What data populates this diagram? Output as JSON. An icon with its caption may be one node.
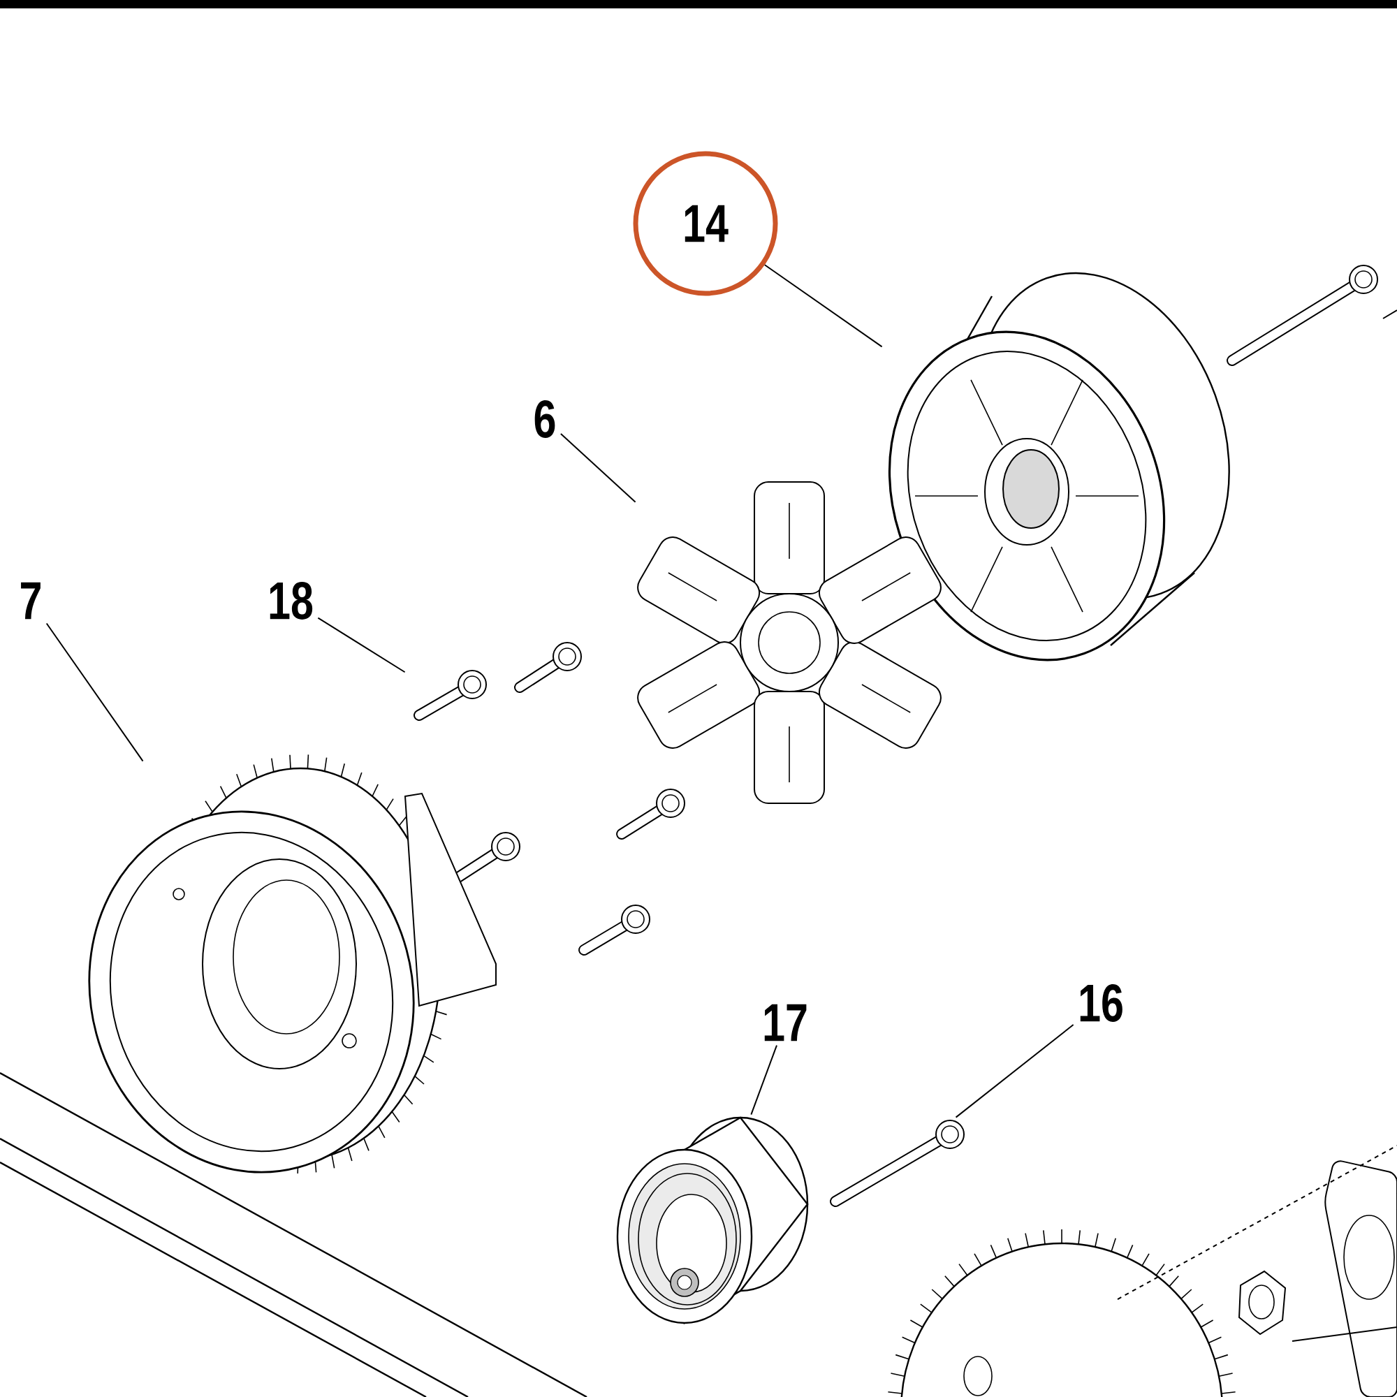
{
  "diagram": {
    "nodes": [
      {
        "text": [
          "14"
        ]
      },
      {
        "text": [
          "6"
        ]
      },
      {
        "text": [
          "7"
        ]
      },
      {
        "text": [
          "18"
        ]
      },
      {
        "text": [
          "17"
        ]
      },
      {
        "text": [
          "16"
        ]
      },
      {
        "text": [],
        "shape": "picture"
      },
      {
        "text": [],
        "shape": "picture"
      },
      {
        "text": [],
        "shape": "picture"
      },
      {
        "text": [],
        "shape": "picture"
      },
      {
        "text": [],
        "shape": "picture"
      },
      {
        "text": [],
        "shape": "picture"
      }
    ],
    "edges": [
      {
        "from": 0,
        "to": 6,
        "arrow": "none"
      },
      {
        "from": 1,
        "to": 7,
        "arrow": "none"
      },
      {
        "from": 2,
        "to": 8,
        "arrow": "none"
      },
      {
        "from": 3,
        "to": 9,
        "arrow": "none"
      },
      {
        "from": 4,
        "to": 10,
        "arrow": "none"
      },
      {
        "from": 5,
        "to": 11,
        "arrow": "none"
      }
    ]
  }
}
